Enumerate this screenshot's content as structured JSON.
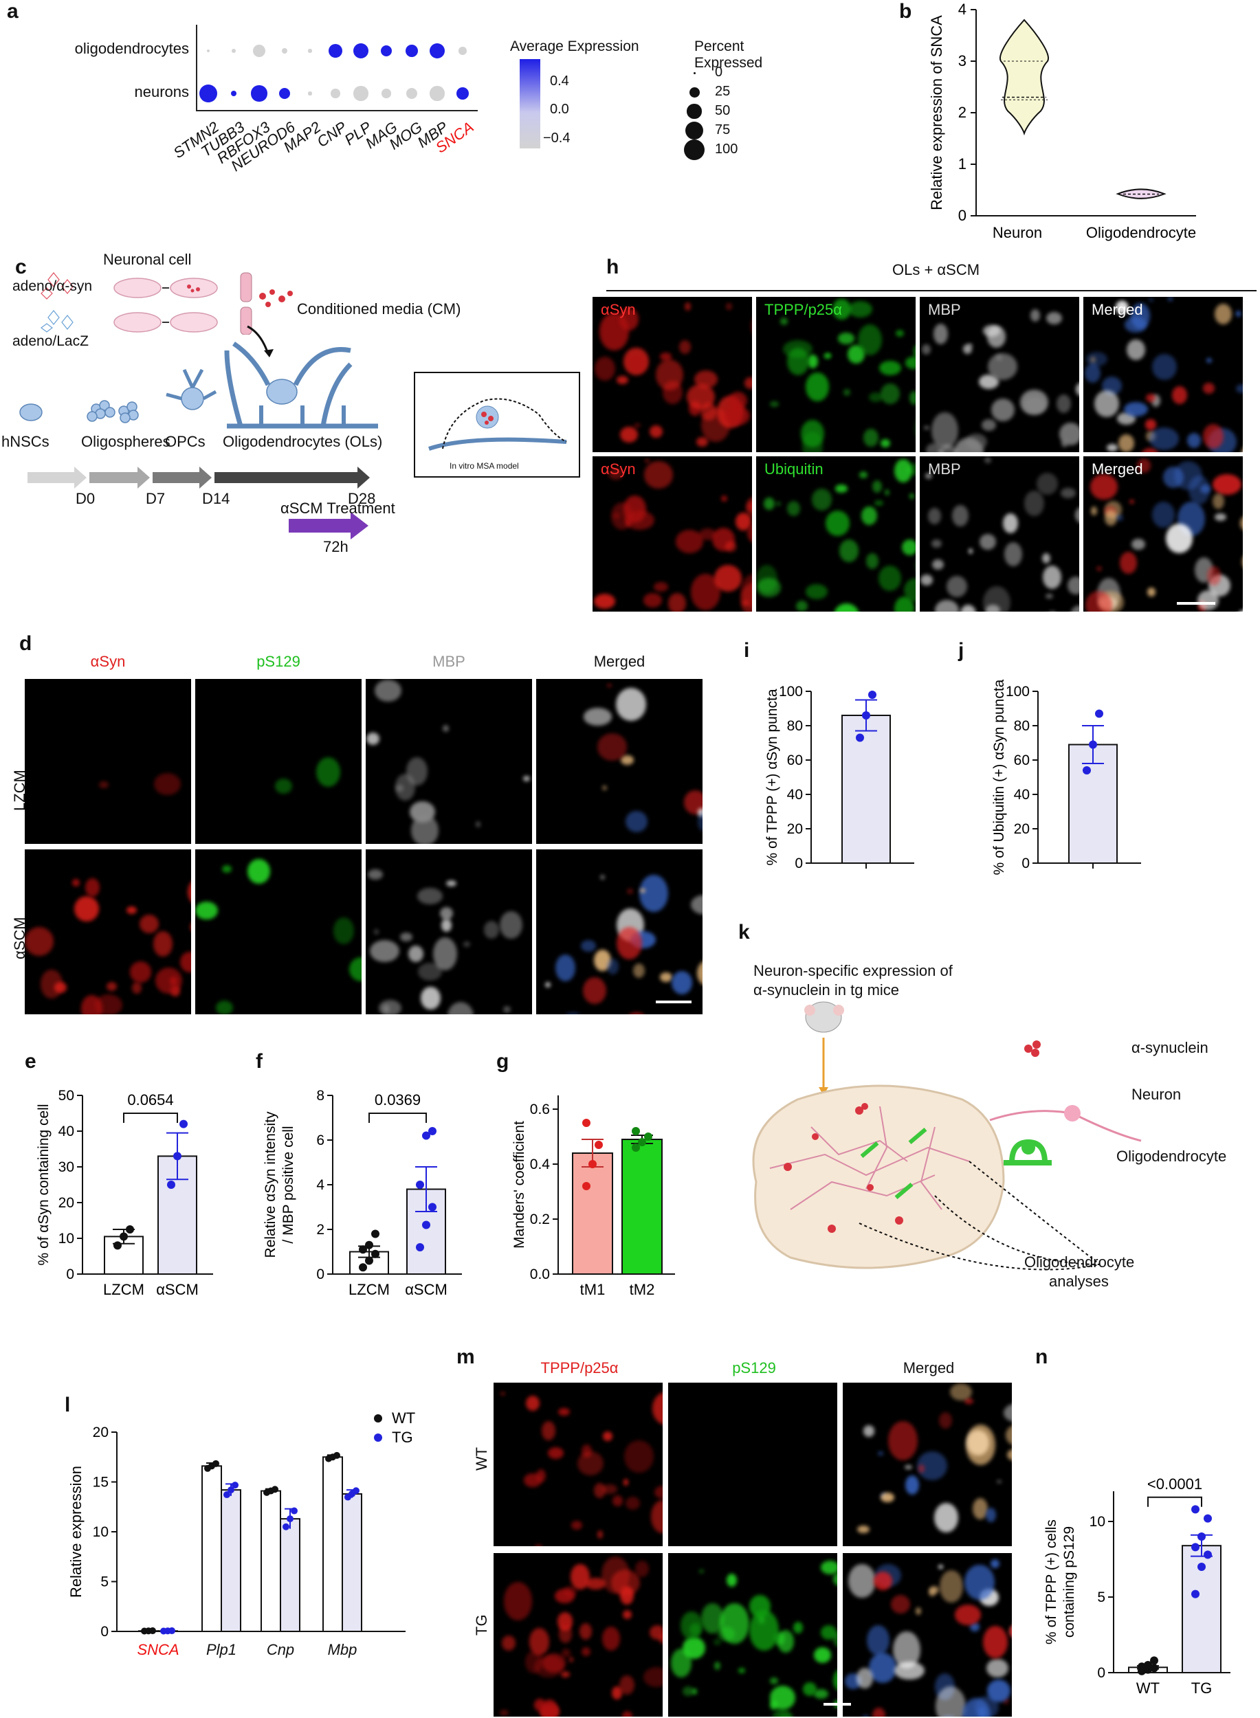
{
  "panels": {
    "a": {
      "label": "a",
      "rows": [
        "oligodendrocytes",
        "neurons"
      ],
      "genes": [
        "STMN2",
        "TUBB3",
        "RBFOX3",
        "NEUROD6",
        "MAP2",
        "CNP",
        "PLP",
        "MAG",
        "MOG",
        "MBP",
        "SNCA"
      ],
      "highlight_gene": "SNCA",
      "legend_color_title": "Average Expression",
      "legend_color_ticks": [
        "0.4",
        "0.0",
        "−0.4"
      ],
      "legend_size_title": "Percent Expressed",
      "legend_size_ticks": [
        "0",
        "25",
        "50",
        "75",
        "100"
      ],
      "colors": {
        "high": "#1f1fe6",
        "low": "#d3d3d3"
      }
    },
    "b": {
      "label": "b",
      "ylabel": "Relative expression of SNCA",
      "categories": [
        "Neuron",
        "Oligodendrocyte"
      ],
      "yticks": [
        "0",
        "1",
        "2",
        "3",
        "4"
      ]
    },
    "c": {
      "label": "c",
      "neuronal_cell": "Neuronal cell",
      "adeno_syn": "adeno/α-syn",
      "adeno_lacz": "adeno/LacZ",
      "cm": "Conditioned media (CM)",
      "stages": [
        "hNSCs",
        "Oligospheres",
        "OPCs",
        "Oligodendrocytes (OLs)"
      ],
      "days": [
        "D0",
        "D7",
        "D14",
        "D28"
      ],
      "treatment": "αSCM Treatment",
      "duration": "72h",
      "model_caption": "In vitro  MSA model"
    },
    "d": {
      "label": "d",
      "columns": [
        "αSyn",
        "pS129",
        "MBP",
        "Merged"
      ],
      "rows": [
        "LZCM",
        "αSCM"
      ]
    },
    "e": {
      "label": "e",
      "ylabel": "% of αSyn containing cell",
      "categories": [
        "LZCM",
        "αSCM"
      ],
      "pvalue": "0.0654",
      "yticks": [
        "0",
        "10",
        "20",
        "30",
        "40",
        "50"
      ]
    },
    "f": {
      "label": "f",
      "ylabel": "Relative αSyn intensity / MBP positive cell",
      "categories": [
        "LZCM",
        "αSCM"
      ],
      "pvalue": "0.0369",
      "yticks": [
        "0",
        "2",
        "4",
        "6",
        "8"
      ]
    },
    "g": {
      "label": "g",
      "ylabel": "Manders' coefficient",
      "categories": [
        "tM1",
        "tM2"
      ],
      "yticks": [
        "0.0",
        "0.2",
        "0.4",
        "0.6"
      ]
    },
    "h": {
      "label": "h",
      "title": "OLs + αSCM",
      "row1": [
        "αSyn",
        "TPPP/p25α",
        "MBP",
        "Merged"
      ],
      "row2": [
        "αSyn",
        "Ubiquitin",
        "MBP",
        "Merged"
      ]
    },
    "i": {
      "label": "i",
      "ylabel": "% of TPPP (+) αSyn puncta",
      "yticks": [
        "0",
        "20",
        "40",
        "60",
        "80",
        "100"
      ]
    },
    "j": {
      "label": "j",
      "ylabel": "% of Ubiquitin (+) αSyn puncta",
      "yticks": [
        "0",
        "20",
        "40",
        "60",
        "80",
        "100"
      ]
    },
    "k": {
      "label": "k",
      "title1": "Neuron-specific expression of",
      "title2": "α-synuclein in tg mice",
      "legend": [
        "α-synuclein",
        "Neuron",
        "Oligodendrocyte"
      ],
      "analyses1": "Oligodendrocyte",
      "analyses2": "analyses"
    },
    "l": {
      "label": "l",
      "ylabel": "Relative expression",
      "categories": [
        "SNCA",
        "Plp1",
        "Cnp",
        "Mbp"
      ],
      "legend": [
        "WT",
        "TG"
      ],
      "yticks": [
        "0",
        "5",
        "10",
        "15",
        "20"
      ]
    },
    "m": {
      "label": "m",
      "columns": [
        "TPPP/p25α",
        "pS129",
        "Merged"
      ],
      "rows": [
        "WT",
        "TG"
      ]
    },
    "n": {
      "label": "n",
      "ylabel": "% of TPPP (+) cells containing pS129",
      "categories": [
        "WT",
        "TG"
      ],
      "pvalue": "<0.0001",
      "yticks": [
        "0",
        "5",
        "10"
      ]
    }
  },
  "chart_data": [
    {
      "panel": "a",
      "type": "scatter",
      "title": "",
      "rows": [
        "oligodendrocytes",
        "neurons"
      ],
      "x": [
        "STMN2",
        "TUBB3",
        "RBFOX3",
        "NEUROD6",
        "MAP2",
        "CNP",
        "PLP",
        "MAG",
        "MOG",
        "MBP",
        "SNCA"
      ],
      "series": [
        {
          "name": "oligodendrocytes",
          "avg_expression": [
            -0.4,
            -0.4,
            -0.4,
            -0.4,
            -0.4,
            0.5,
            0.5,
            0.5,
            0.5,
            0.5,
            -0.4
          ],
          "percent_expressed": [
            2,
            5,
            40,
            8,
            3,
            45,
            55,
            30,
            35,
            55,
            15
          ]
        },
        {
          "name": "neurons",
          "avg_expression": [
            0.5,
            0.5,
            0.5,
            0.5,
            -0.4,
            -0.4,
            -0.4,
            -0.4,
            -0.4,
            -0.4,
            0.5
          ],
          "percent_expressed": [
            80,
            8,
            60,
            30,
            3,
            20,
            50,
            20,
            30,
            50,
            40
          ]
        }
      ]
    },
    {
      "panel": "b",
      "type": "violin",
      "title": "",
      "categories": [
        "Neuron",
        "Oligodendrocyte"
      ],
      "ylabel": "Relative expression of SNCA",
      "ylim": [
        0,
        4
      ],
      "series": [
        {
          "category": "Neuron",
          "min": 1.6,
          "max": 3.8,
          "median": 2.3,
          "q1": 2.25,
          "q3": 3.0
        },
        {
          "category": "Oligodendrocyte",
          "min": 0.3,
          "max": 0.55,
          "median": 0.42,
          "q1": 0.38,
          "q3": 0.48
        }
      ]
    },
    {
      "panel": "e",
      "type": "bar",
      "title": "",
      "categories": [
        "LZCM",
        "αSCM"
      ],
      "values": [
        10.5,
        33
      ],
      "errors": [
        2,
        6.5
      ],
      "points": [
        [
          8,
          10.5,
          12.5
        ],
        [
          25,
          33,
          42
        ]
      ],
      "ylabel": "% of αSyn containing cell",
      "ylim": [
        0,
        50
      ],
      "pvalue": "0.0654"
    },
    {
      "panel": "f",
      "type": "bar",
      "title": "",
      "categories": [
        "LZCM",
        "αSCM"
      ],
      "values": [
        1.0,
        3.8
      ],
      "errors": [
        0.25,
        1.0
      ],
      "points": [
        [
          0.3,
          0.6,
          0.9,
          1.1,
          1.3,
          1.8
        ],
        [
          1.2,
          2.2,
          3.0,
          4.0,
          6.2,
          6.4
        ]
      ],
      "ylabel": "Relative αSyn intensity / MBP positive cell",
      "ylim": [
        0,
        8
      ],
      "pvalue": "0.0369"
    },
    {
      "panel": "g",
      "type": "bar",
      "title": "",
      "categories": [
        "tM1",
        "tM2"
      ],
      "values": [
        0.44,
        0.49
      ],
      "errors": [
        0.05,
        0.015
      ],
      "points": [
        [
          0.32,
          0.4,
          0.47,
          0.55
        ],
        [
          0.46,
          0.48,
          0.5,
          0.52
        ]
      ],
      "ylabel": "Manders' coefficient",
      "ylim": [
        0,
        0.65
      ]
    },
    {
      "panel": "i",
      "type": "bar",
      "title": "",
      "categories": [
        ""
      ],
      "values": [
        86
      ],
      "errors": [
        9
      ],
      "points": [
        [
          73,
          86,
          98
        ]
      ],
      "ylabel": "% of TPPP (+) αSyn puncta",
      "ylim": [
        0,
        100
      ]
    },
    {
      "panel": "j",
      "type": "bar",
      "title": "",
      "categories": [
        ""
      ],
      "values": [
        69
      ],
      "errors": [
        11
      ],
      "points": [
        [
          54,
          69,
          87
        ]
      ],
      "ylabel": "% of Ubiquitin (+) αSyn puncta",
      "ylim": [
        0,
        100
      ]
    },
    {
      "panel": "l",
      "type": "bar",
      "title": "",
      "categories": [
        "SNCA",
        "Plp1",
        "Cnp",
        "Mbp"
      ],
      "ylabel": "Relative expression",
      "ylim": [
        0,
        20
      ],
      "series": [
        {
          "name": "WT",
          "values": [
            0.05,
            16.6,
            14.1,
            17.5
          ],
          "errors": [
            0.02,
            0.3,
            0.2,
            0.2
          ]
        },
        {
          "name": "TG",
          "values": [
            0.05,
            14.2,
            11.3,
            13.8
          ],
          "errors": [
            0.02,
            0.6,
            1.0,
            0.4
          ]
        }
      ]
    },
    {
      "panel": "n",
      "type": "bar",
      "title": "",
      "categories": [
        "WT",
        "TG"
      ],
      "values": [
        0.35,
        8.4
      ],
      "errors": [
        0.1,
        0.7
      ],
      "points": [
        [
          0.1,
          0.2,
          0.3,
          0.4,
          0.5,
          0.8
        ],
        [
          5.2,
          7.0,
          7.8,
          8.3,
          9.0,
          10.2,
          10.8
        ]
      ],
      "ylabel": "% of TPPP (+) cells containing pS129",
      "ylim": [
        0,
        12
      ],
      "pvalue": "<0.0001"
    }
  ]
}
